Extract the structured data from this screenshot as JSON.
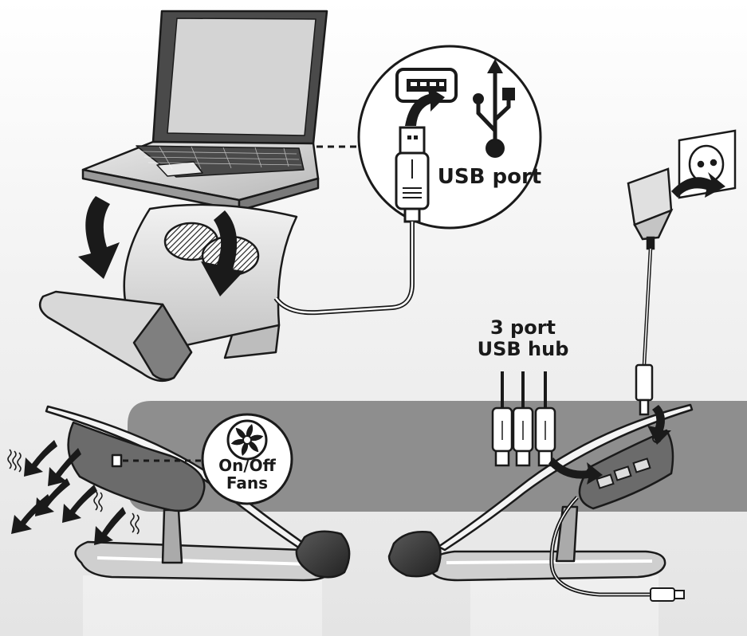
{
  "labels": {
    "usb_port": "USB port",
    "hub_line1": "3 port",
    "hub_line2": "USB hub",
    "switch_line1": "On/Off",
    "switch_line2": "Fans"
  },
  "icons": [
    "usb-symbol-icon",
    "fan-icon",
    "usb-socket-icon",
    "wall-outlet-icon"
  ],
  "colors": {
    "band": "#8e8e8e",
    "outline": "#1a1a1a",
    "stand": "#cfcfcf",
    "background": "#efefef"
  }
}
